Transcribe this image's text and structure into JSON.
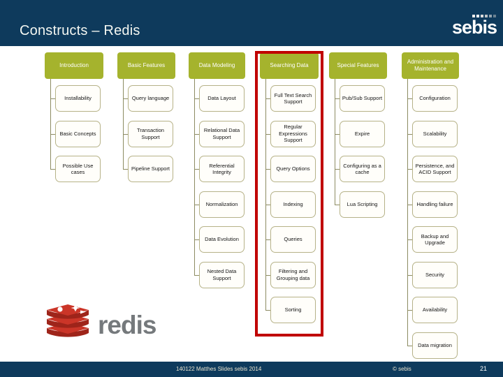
{
  "header": {
    "title": "Constructs – Redis",
    "logo_text": "sebis",
    "logo_dot_colors": [
      "#ededed",
      "#ffffff",
      "#dcdcdc",
      "#bcc2c6",
      "#94a4af",
      "#6a8191"
    ]
  },
  "columns": [
    {
      "label": "Introduction",
      "highlighted": false,
      "items": [
        "Installability",
        "Basic Concepts",
        "Possible Use cases"
      ]
    },
    {
      "label": "Basic Features",
      "highlighted": false,
      "items": [
        "Query language",
        "Transaction Support",
        "Pipeline Support"
      ]
    },
    {
      "label": "Data Modeling",
      "highlighted": false,
      "items": [
        "Data Layout",
        "Relational Data Support",
        "Referential Integrity",
        "Normalization",
        "Data Evolution",
        "Nested Data Support"
      ]
    },
    {
      "label": "Searching Data",
      "highlighted": true,
      "items": [
        "Full Text Search Support",
        "Regular Expressions Support",
        "Query Options",
        "Indexing",
        "Queries",
        "Filtering and Grouping data",
        "Sorting"
      ]
    },
    {
      "label": "Special Features",
      "highlighted": false,
      "items": [
        "Pub/Sub Support",
        "Expire",
        "Configuring as a cache",
        "Lua Scripting"
      ]
    },
    {
      "label": "Administration and Maintenance",
      "highlighted": false,
      "items": [
        "Configuration",
        "Scalability",
        "Persistence, and ACID Support",
        "Handling failure",
        "Backup and Upgrade",
        "Security",
        "Availability",
        "Data migration"
      ]
    }
  ],
  "redis_logo": {
    "text": "redis"
  },
  "footer": {
    "left": "140122  Matthes Slides sebis 2014",
    "copyright": "© sebis",
    "page_number": "21"
  },
  "colors": {
    "navy": "#0e3a5c",
    "green": "#a5b32d",
    "box_border": "#b6b288",
    "connector": "#8c8b62",
    "highlight_red": "#c00000",
    "redis_red": "#cb3528",
    "redis_red_dark": "#9e241a"
  }
}
